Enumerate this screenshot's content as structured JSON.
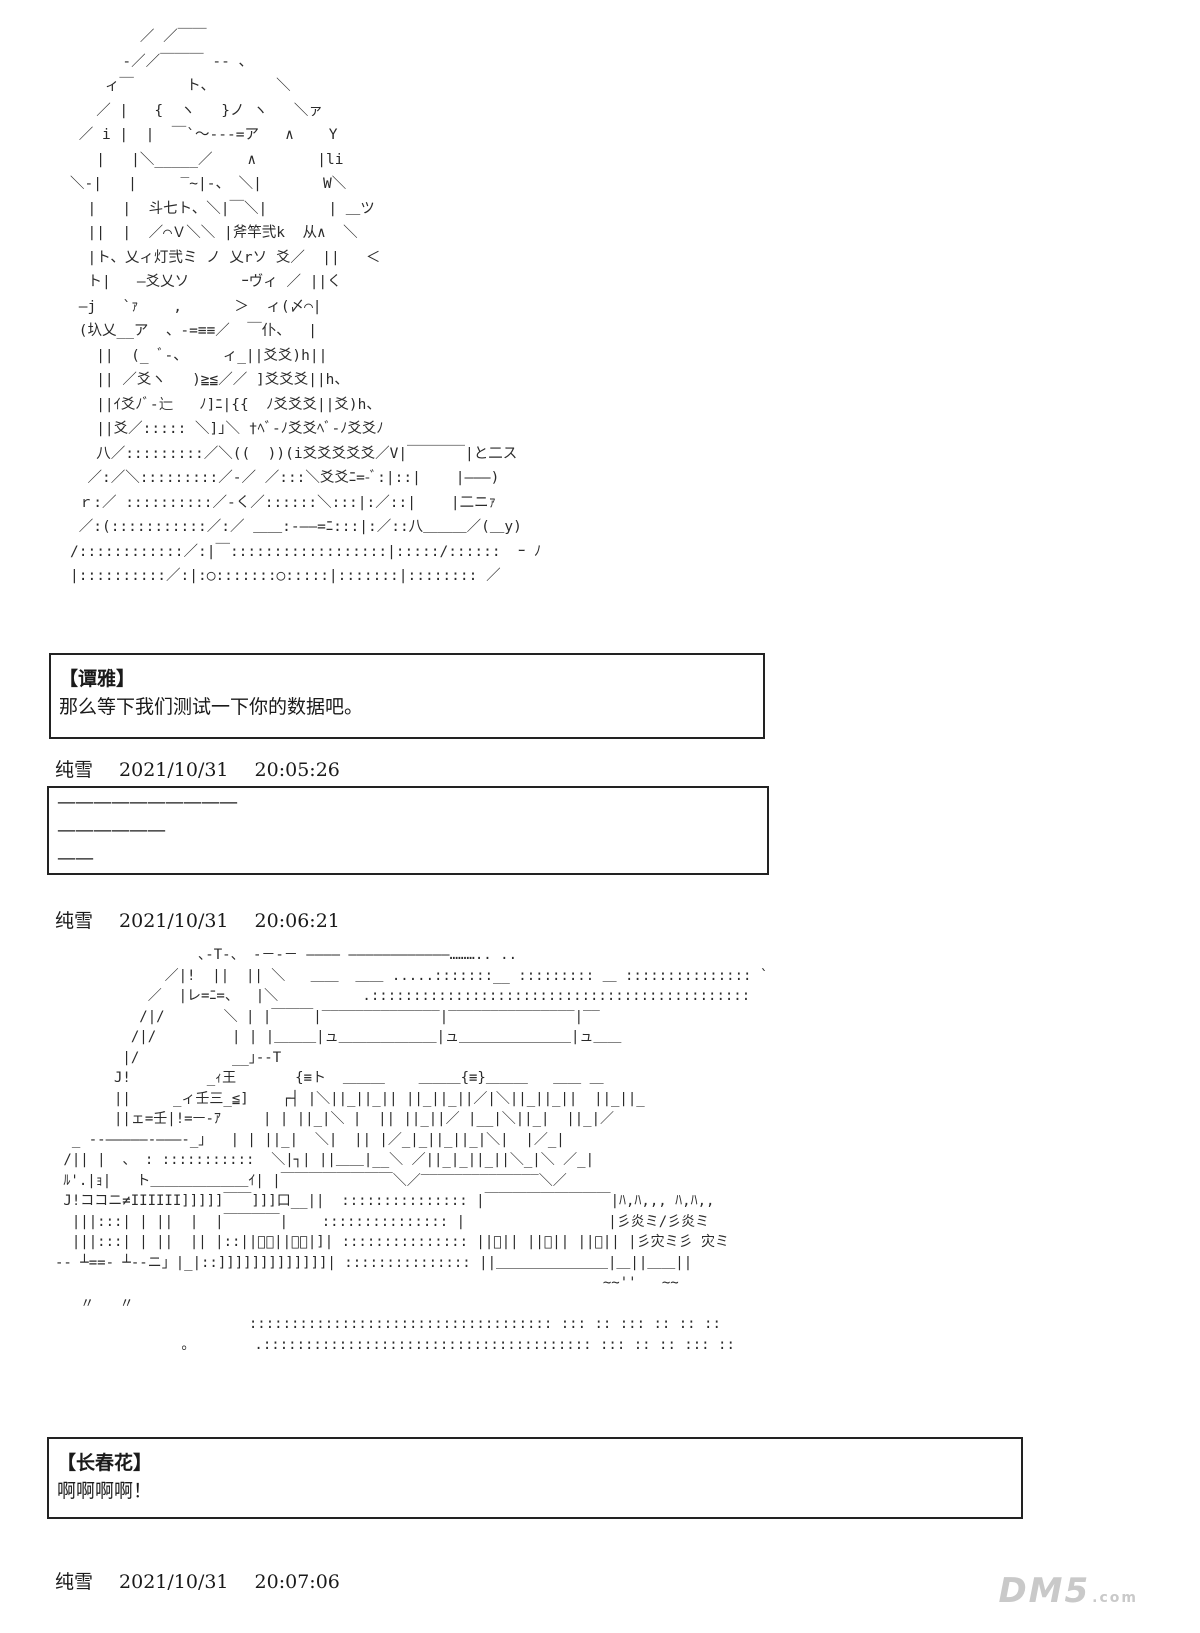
{
  "art": {
    "block_1": "        ／ ／￣￣\n      -／／￣￣￣ ‐- 、\n    ィ￣      ト、       ＼\n   ／ |   {  ヽ   }ノ ヽ   ＼ァ\n ／ i |  |  ￣`～---=ア   ∧    Y\n   |   |＼_____／    ∧       |li\n＼-|   |     ‾~|-、 ＼|       W＼\n  |   |  斗七ト、＼|￣＼|       | ＿ツ\n  ||  |  ／⌒Ｖ＼＼ |斧竿弐k  从∧  ＼\n  |ト、乂ィ灯弐ミ ノ 乂rソ 爻／  ||   ＜\n  ト|   ―爻乂ソ      ｰヴィ ／ ||く\n ―j   `ｧ    ,      ＞  ィ(〆⌒|\n (圦乂__ア  、-=≡≡／  ￣仆、  |\n   ||  (_ ﾞ-、    ィ_||爻爻)h||\n   || ／爻ヽ   )≧≦／／ ]爻爻爻||h、\n   ||ｲ爻ﾉﾞ-辷   ﾉ]ﾆ|{{  ﾉ爻爻爻||爻)h、\n   ||爻／::::: ＼]｣＼ †ﾍﾞ-ﾉ爻爻ﾍﾞ-ﾉ爻爻ﾉ\n   八／:::::::::／＼((  ))(i爻爻爻爻爻／V|￣￣￣￣|と二ス\n  ／:／＼:::::::::／-／ ／:::＼爻爻ﾆ=-ﾞ:|::|    |―――)\n ｒ:／ ::::::::::／-く／::::::＼:::|:／::|    |二ニｧ\n ／:(:::::::::::／:／ ＿＿:-――=ﾆ:::|:／::八＿＿＿／(＿у)\n/::::::::::::／:|￣::::::::::::::::::|:::::/::::::  ｰ ﾉ\n|::::::::::／:|:○:::::::○:::::|:::::::|:::::::: ／",
    "block_2": "                 ､-T-、 -－-－ ―――― ――――――――――――……….. ..\n             ／|!  ||  || ＼   ＿＿  ＿＿ .....:::::::__ ::::::::: ＿ ::::::::::::::: `\n           ／  |レ=ﾆ=、  |＼          .:::::::::::::::::::::::::::::::::::::::::::::\n          /|/       ＼ | |￣￣￣|‾‾‾‾‾‾‾‾‾‾‾‾‾‾|‾‾‾‾‾‾‾‾‾‾‾‾‾‾‾|‾‾\n         /|/         | | |＿＿＿|ュ＿＿＿＿＿＿＿|ュ＿＿＿＿＿＿＿＿|ュ＿＿\n        |/           __｣--T\n       J!         _ｨ王       {≡ト  ＿＿＿    ＿＿＿{≡}＿＿＿   ＿＿ ＿\n       ||     _ィ壬三_≦]    ┌┤ |＼||_||_|| ||_||_||／|＼||_||_||  ||_||_\n       ||ェ=壬|!=ㅡ-ｱ     | | ||_|＼ |  || ||_||／ |__|＼||_|  ||_|／\n  _ -‐―――――‐―――‐_｣   | | ||_|  ＼|  || |／_|_||_||_|＼|  |／_|\n /|| |  、 : :::::::::::  ＼|┐| ||＿＿|__＼ ／||_|_||_||＼_|＼ ／_|\n ﾙ'.|ｮ|   ト＿＿＿＿＿＿＿ｲ| |￣￣￣￣￣￣￣￣＼／‾‾‾‾‾‾‾‾‾‾‾‾‾‾＼／\n J!ココニ≠IIIIII]]]]]￣￣]]]口__||  ::::::::::::::: |￣￣￣￣￣￣￣￣￣|ﾊ,ﾊ,,, ﾊ,ﾊ,,\n  |||:::| | ||  |  |￣￣￣￣|    ::::::::::::::: |                 |彡炎ミ/彡炎ミ\n  |||:::| | ||  || |::||ﾞﾞ||ﾞﾞ|]| ::::::::::::::: ||＿|| ||＿|| ||＿|| |彡灾ミ彡 灾ミ\n-‐ ┴==- ┴‐-ニ」|_|::]]]]]]]]]]]]]| ::::::::::::::: ||＿＿＿＿＿＿＿＿|＿||＿＿||\n                                                                 ~~''   ~~\n   〃   〃\n                       :::::::::::::::::::::::::::::::::::: ::: :: ::: :: :: ::\n               。       .::::::::::::::::::::::::::::::::::::::: ::: :: :: ::: ::"
  },
  "box_1": {
    "speaker": "【谭雅】",
    "line": "那么等下我们测试一下你的数据吧。"
  },
  "post_1": {
    "author": "纯雪",
    "date": "2021/10/31",
    "time": "20:05:26"
  },
  "box_2": {
    "line_1": "——————————",
    "line_2": "——————",
    "line_3": "——"
  },
  "post_2": {
    "author": "纯雪",
    "date": "2021/10/31",
    "time": "20:06:21"
  },
  "box_3": {
    "speaker": "【长春花】",
    "line": "啊啊啊啊！"
  },
  "post_3": {
    "author": "纯雪",
    "date": "2021/10/31",
    "time": "20:07:06"
  },
  "watermark": {
    "brand": "DM5",
    "suffix": ".com"
  }
}
